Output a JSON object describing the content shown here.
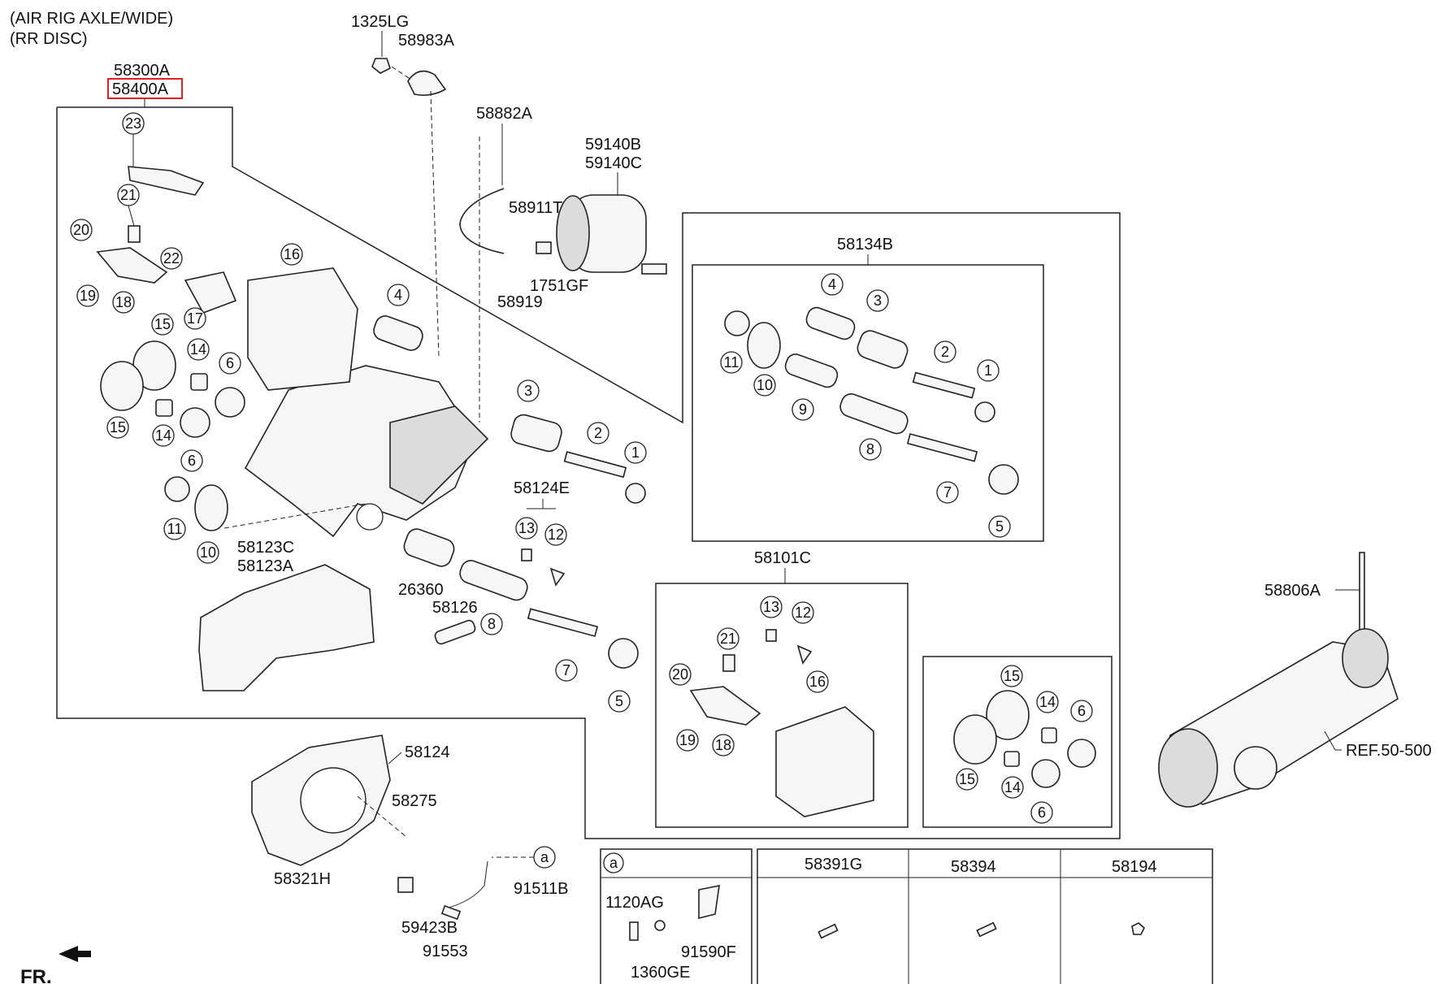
{
  "header": {
    "line1": "(AIR RIG AXLE/WIDE)",
    "line2": "(RR DISC)"
  },
  "highlight_color": "#e02020",
  "caliper_assembly": {
    "code_a": "58300A",
    "code_b": "58400A"
  },
  "parts": {
    "p1325LG": "1325LG",
    "p58983A": "58983A",
    "p58882A": "58882A",
    "p59140B": "59140B",
    "p59140C": "59140C",
    "p58911T": "58911T",
    "p58919": "58919",
    "p1751GF": "1751GF",
    "p58134B": "58134B",
    "p58124E": "58124E",
    "p58123C": "58123C",
    "p58123A": "58123A",
    "p26360": "26360",
    "p58126": "58126",
    "p58101C": "58101C",
    "p58806A": "58806A",
    "ref": "REF.50-500",
    "p58124": "58124",
    "p58275": "58275",
    "p58321H": "58321H",
    "p59423B": "59423B",
    "p91553": "91553",
    "p91511B": "91511B"
  },
  "callouts": {
    "c1": "1",
    "c2": "2",
    "c3": "3",
    "c4": "4",
    "c5": "5",
    "c6": "6",
    "c7": "7",
    "c8": "8",
    "c9": "9",
    "c10": "10",
    "c11": "11",
    "c12": "12",
    "c13": "13",
    "c14": "14",
    "c15": "15",
    "c16": "16",
    "c17": "17",
    "c18": "18",
    "c19": "19",
    "c20": "20",
    "c21": "21",
    "c22": "22",
    "c23": "23",
    "ca": "a"
  },
  "legend_table": {
    "ref_letter": "a",
    "col_headers": [
      "58391G",
      "58394",
      "58194"
    ],
    "cell_a_parts": [
      "1120AG",
      "1360GE",
      "91590F"
    ]
  },
  "direction": "FR."
}
